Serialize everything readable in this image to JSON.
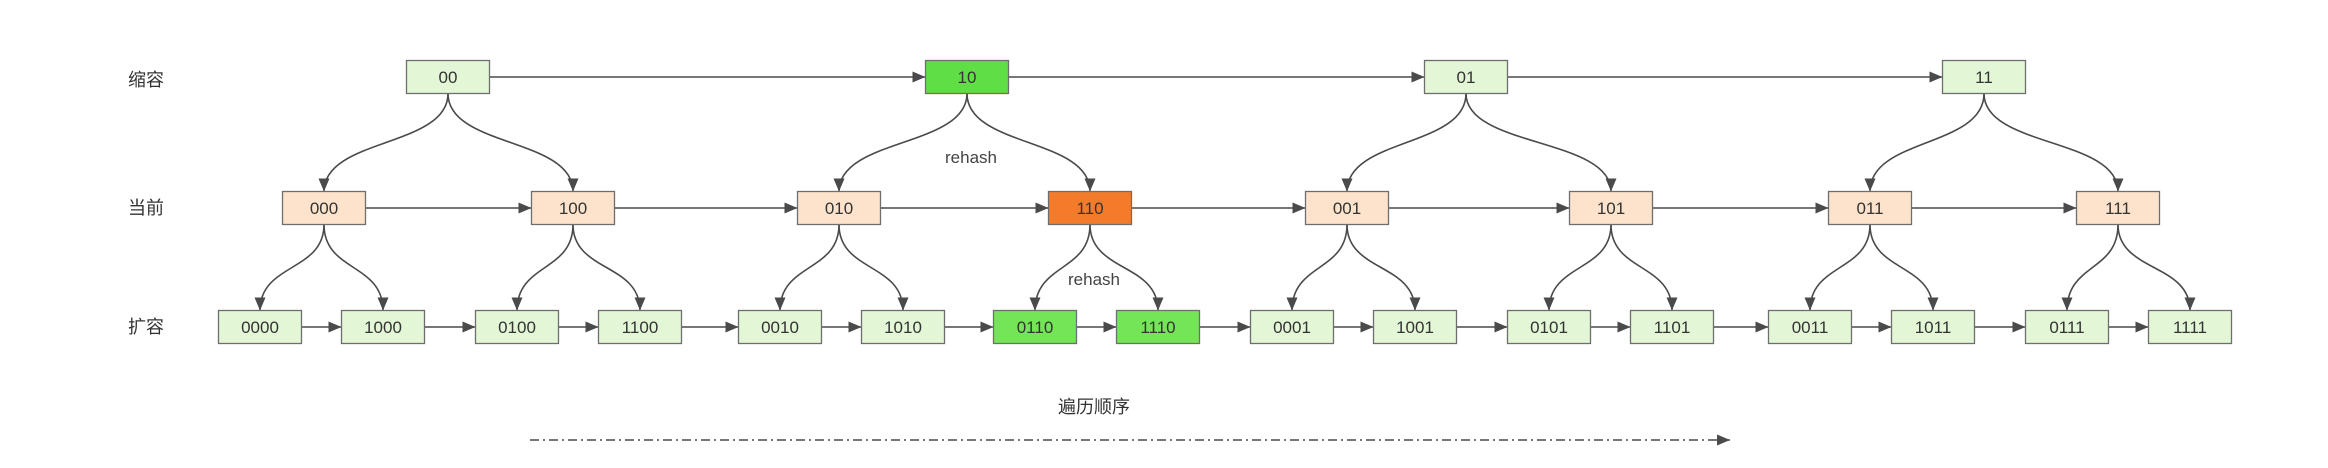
{
  "rows": [
    {
      "label": "缩容",
      "fill": "#e3f6d6",
      "highlight_fill": "#5fdf45",
      "nodes": [
        {
          "text": "00",
          "highlight": false
        },
        {
          "text": "10",
          "highlight": true
        },
        {
          "text": "01",
          "highlight": false
        },
        {
          "text": "11",
          "highlight": false
        }
      ]
    },
    {
      "label": "当前",
      "fill": "#fde3cc",
      "highlight_fill": "#f47b2a",
      "nodes": [
        {
          "text": "000",
          "highlight": false
        },
        {
          "text": "100",
          "highlight": false
        },
        {
          "text": "010",
          "highlight": false
        },
        {
          "text": "110",
          "highlight": true
        },
        {
          "text": "001",
          "highlight": false
        },
        {
          "text": "101",
          "highlight": false
        },
        {
          "text": "011",
          "highlight": false
        },
        {
          "text": "111",
          "highlight": false
        }
      ]
    },
    {
      "label": "扩容",
      "fill": "#e3f6d6",
      "highlight_fill": "#74e556",
      "nodes": [
        {
          "text": "0000",
          "highlight": false
        },
        {
          "text": "1000",
          "highlight": false
        },
        {
          "text": "0100",
          "highlight": false
        },
        {
          "text": "1100",
          "highlight": false
        },
        {
          "text": "0010",
          "highlight": false
        },
        {
          "text": "1010",
          "highlight": false
        },
        {
          "text": "0110",
          "highlight": true
        },
        {
          "text": "1110",
          "highlight": true
        },
        {
          "text": "0001",
          "highlight": false
        },
        {
          "text": "1001",
          "highlight": false
        },
        {
          "text": "0101",
          "highlight": false
        },
        {
          "text": "1101",
          "highlight": false
        },
        {
          "text": "0011",
          "highlight": false
        },
        {
          "text": "1011",
          "highlight": false
        },
        {
          "text": "0111",
          "highlight": false
        },
        {
          "text": "1111",
          "highlight": false
        }
      ]
    }
  ],
  "edge_labels": [
    "rehash",
    "rehash"
  ],
  "traversal_label": "遍历顺序",
  "colors": {
    "border": "#6e6e6e",
    "edge": "#4a4a4a"
  }
}
